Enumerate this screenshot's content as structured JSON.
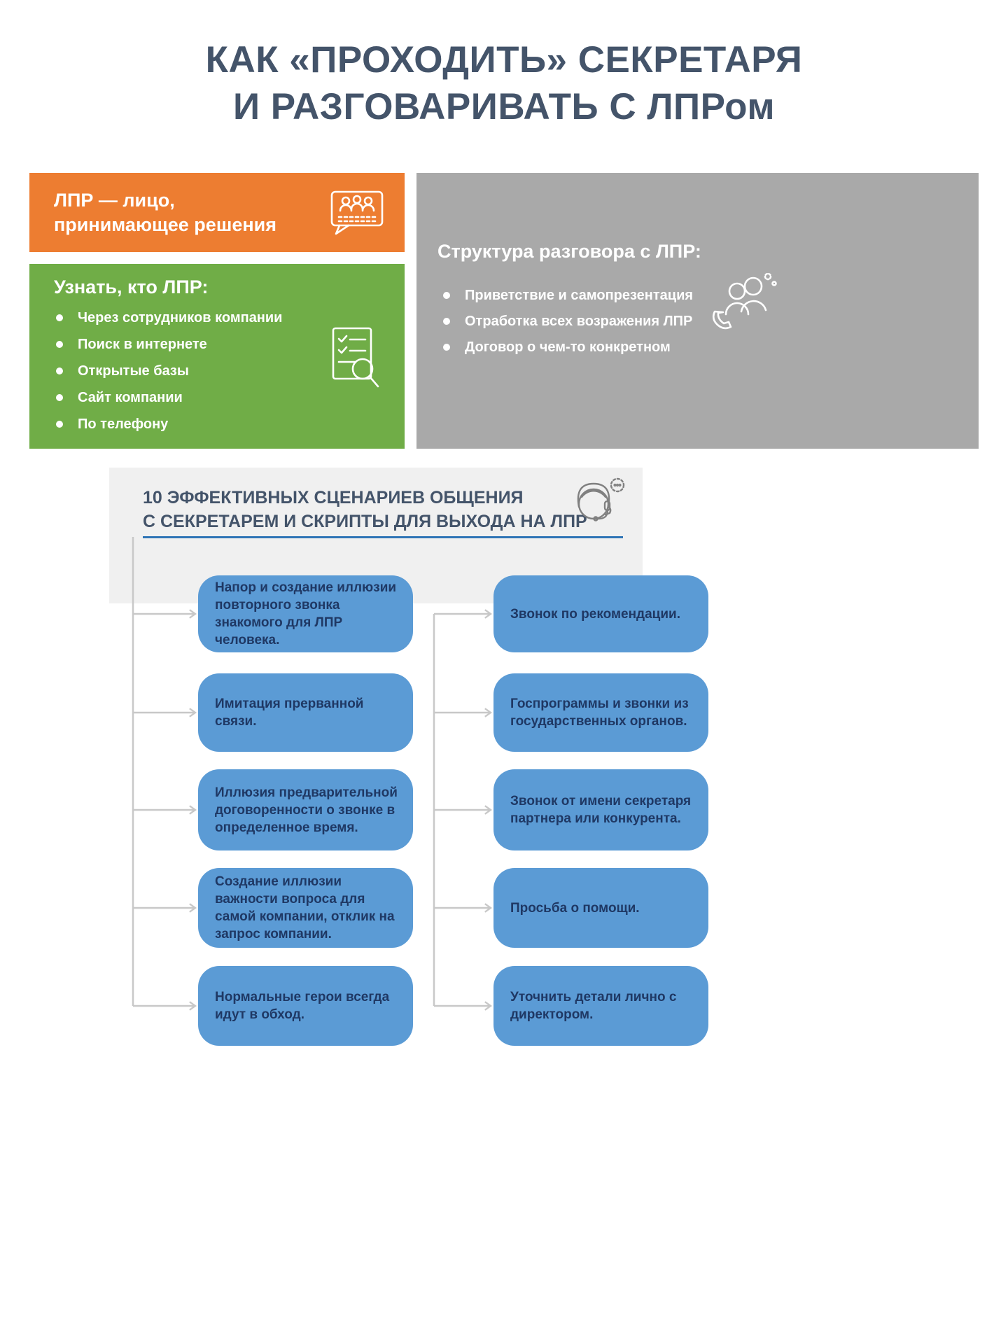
{
  "header": {
    "title_line1": "КАК «ПРОХОДИТЬ» СЕКРЕТАРЯ",
    "title_line2": "И РАЗГОВАРИВАТЬ С ЛПРом"
  },
  "lpr_definition": {
    "text": "ЛПР — лицо,\nпринимающее решения",
    "icon": "presentation-audience-icon"
  },
  "find_lpr": {
    "title": "Узнать, кто ЛПР:",
    "items": [
      "Через сотрудников компании",
      "Поиск в интернете",
      "Открытые базы",
      "Сайт компании",
      "По телефону"
    ],
    "icon": "document-search-icon"
  },
  "structure": {
    "title": "Структура разговора с ЛПР:",
    "items": [
      "Приветствие и самопрезентация",
      "Отработка всех возражения ЛПР",
      "Договор о чем-то конкретном"
    ],
    "icon": "phone-people-icon"
  },
  "scenarios": {
    "title_line1": "10 ЭФФЕКТИВНЫХ СЦЕНАРИЕВ ОБЩЕНИЯ",
    "title_line2": "С СЕКРЕТАРЕМ И СКРИПТЫ ДЛЯ ВЫХОДА НА ЛПР",
    "icon": "call-operator-icon",
    "left": [
      "Напор и создание иллюзии повторного звонка знакомого для ЛПР человека.",
      "Имитация прерванной связи.",
      "Иллюзия предварительной договоренности о звонке в определенное время.",
      "Создание иллюзии важности вопроса для самой компании, отклик на запрос компании.",
      "Нормальные герои всегда идут в обход."
    ],
    "right": [
      "Звонок по рекомендации.",
      "Госпрограммы и звонки из государственных органов.",
      "Звонок от имени секретаря партнера или конкурента.",
      "Просьба о помощи.",
      "Уточнить детали лично с директором."
    ]
  },
  "colors": {
    "accent_orange": "#ED7D31",
    "accent_green": "#70AD47",
    "accent_gray": "#A9A9A9",
    "accent_blue": "#5B9BD5",
    "title_text": "#44546A",
    "card_text": "#1F3864",
    "underline_blue": "#2E74B5",
    "arrow_gray": "#C8C8C8"
  }
}
